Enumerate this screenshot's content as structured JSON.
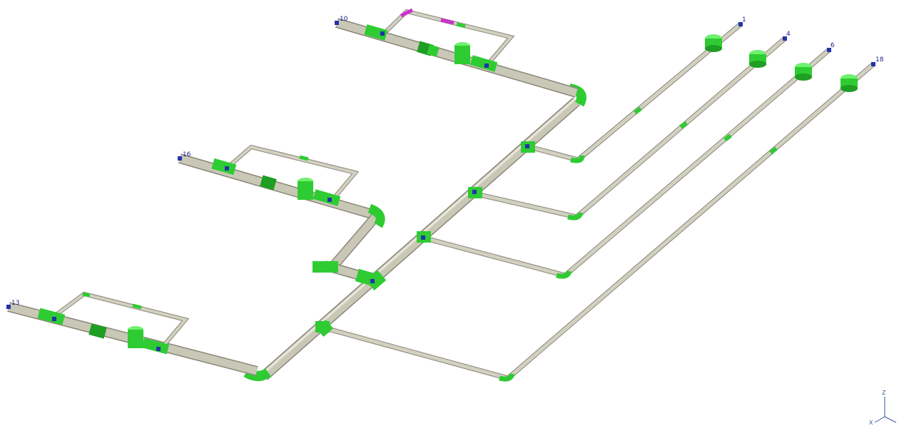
{
  "view": {
    "background": "#ffffff"
  },
  "colors": {
    "pipe": "#c9c7b6",
    "pipe_edge": "#8a8778",
    "fitting": "#2ecc32",
    "fitting_dark": "#1e9e22",
    "node": "#2233aa",
    "accent": "#cc33cc"
  },
  "nodes": [
    {
      "id": "node-10",
      "label": "10"
    },
    {
      "id": "node-1",
      "label": "1"
    },
    {
      "id": "node-4",
      "label": "4"
    },
    {
      "id": "node-6",
      "label": "6"
    },
    {
      "id": "node-18",
      "label": "18"
    },
    {
      "id": "node-16",
      "label": "16"
    },
    {
      "id": "node-13",
      "label": "13"
    }
  ],
  "axes": {
    "z": "Z",
    "x": "X"
  }
}
